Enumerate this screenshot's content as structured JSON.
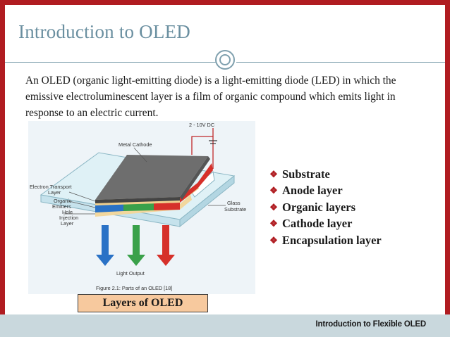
{
  "slide": {
    "title": "Introduction to OLED",
    "intro_text": "An OLED (organic light-emitting diode) is a light-emitting diode (LED) in which the emissive electroluminescent layer is a film of organic compound which emits light in response to an electric current.",
    "bullets": [
      "Substrate",
      "Anode layer",
      "Organic layers",
      "Cathode layer",
      "Encapsulation layer"
    ],
    "caption": "Layers of OLED",
    "footer": "Introduction to Flexible OLED"
  },
  "figure": {
    "voltage_label": "2 - 10V DC",
    "metal_cathode_label": "Metal Cathode",
    "electron_transport_label": [
      "Electron Transport",
      "Layer"
    ],
    "organic_emitters_label": [
      "Organic",
      "Emitters"
    ],
    "hole_injection_label": [
      "Hole",
      "Injection",
      "Layer"
    ],
    "glass_substrate_label": [
      "Glass",
      "Substrate"
    ],
    "light_output_label": "Light Output",
    "figure_caption": "Figure 2.1: Parts of an OLED [18]"
  },
  "colors": {
    "accent_red": "#b01c21",
    "title_blue": "#6a8fa0",
    "caption_fill": "#f7c99e",
    "footer_band": "#c9d8dd"
  }
}
